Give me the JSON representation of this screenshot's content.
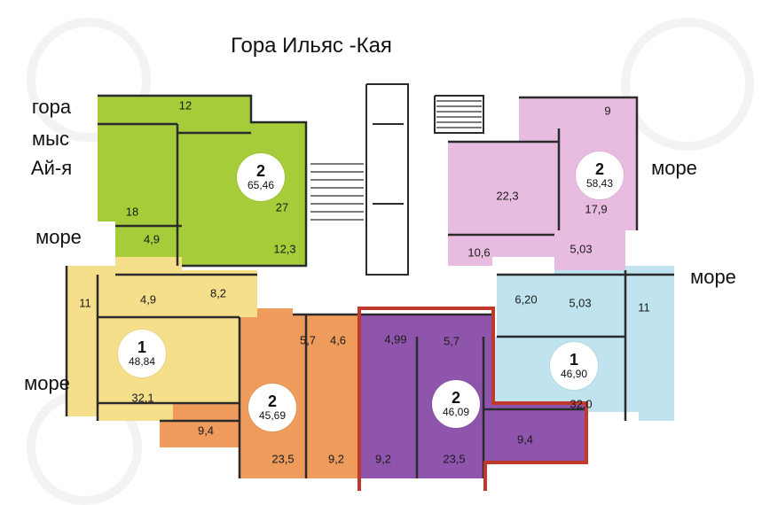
{
  "title": "Гора Ильяс -Кая",
  "directions": {
    "mountain_line1": "гора",
    "mountain_line2": "мыс",
    "mountain_line3": "Ай-я",
    "sea": "море"
  },
  "colors": {
    "green": "#a6cc3a",
    "pink": "#e8bce0",
    "yellow": "#f6df8a",
    "blue": "#bfe3ef",
    "orange": "#ef9b5c",
    "purple": "#8f55ac",
    "highlight": "#c0392b",
    "wall": "#2b2b2b"
  },
  "apartments": {
    "green": {
      "rooms": "2",
      "area": "65,46"
    },
    "pink": {
      "rooms": "2",
      "area": "58,43"
    },
    "yellow": {
      "rooms": "1",
      "area": "48,84"
    },
    "blue": {
      "rooms": "1",
      "area": "46,90"
    },
    "orange": {
      "rooms": "2",
      "area": "45,69"
    },
    "purple": {
      "rooms": "2",
      "area": "46,09"
    }
  },
  "room_areas": {
    "green_top": "12",
    "green_left": "18",
    "green_main": "27",
    "green_bath": "4,9",
    "green_kitchen": "12,3",
    "pink_top": "9",
    "pink_main": "22,3",
    "pink_right": "17,9",
    "pink_kitchen": "10,6",
    "pink_bath": "5,03",
    "yellow_balcony": "11",
    "yellow_bath": "4,9",
    "yellow_hall": "8,2",
    "yellow_main": "32,1",
    "blue_hall": "6,20",
    "blue_bath": "5,03",
    "blue_balcony": "11",
    "blue_main": "32,0",
    "orange_hall": "5,7",
    "orange_bath": "4,6",
    "orange_balcony": "9,4",
    "orange_main": "23,5",
    "orange_kitchen": "9,2",
    "purple_bath": "4,99",
    "purple_hall": "5,7",
    "purple_kitchen": "9,2",
    "purple_main": "23,5",
    "purple_balcony": "9,4"
  }
}
